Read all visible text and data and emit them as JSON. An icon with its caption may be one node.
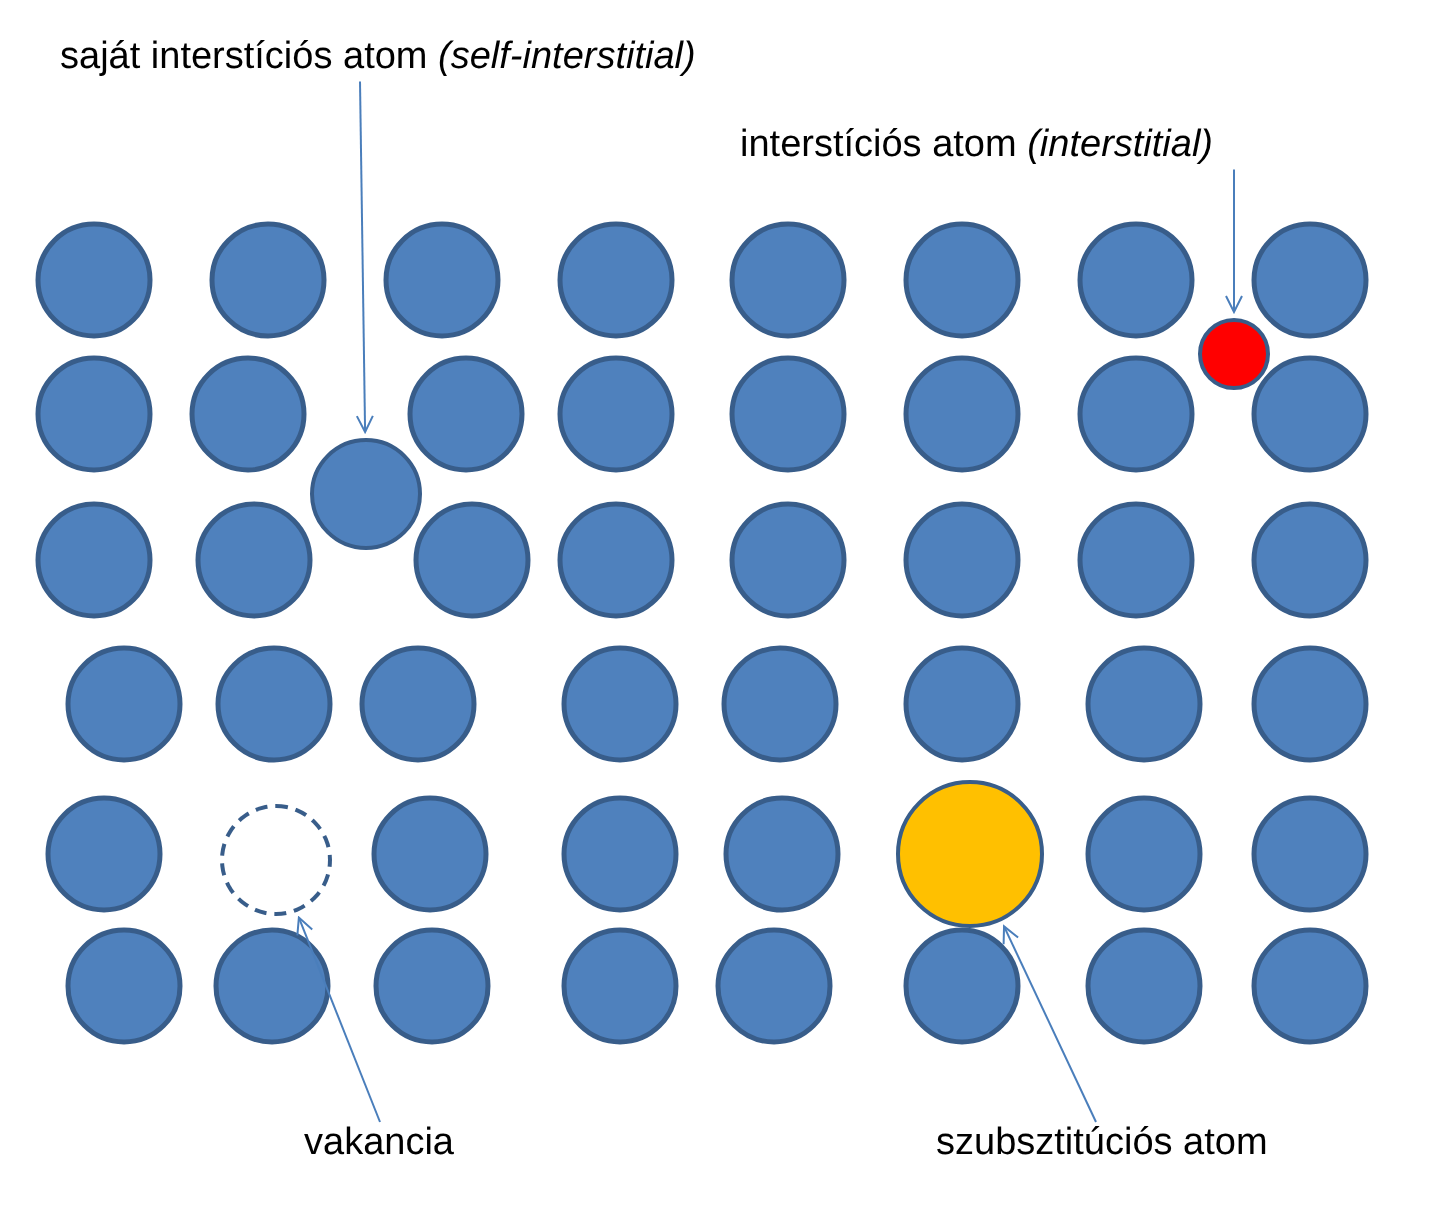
{
  "diagram": {
    "nodes": [
      {
        "text": [
          "saját interstíciós atom *(self-interstitial)*"
        ]
      },
      {
        "text": [],
        "shape": "circle"
      },
      {
        "text": [
          "interstíciós atom *(interstitial)*"
        ]
      },
      {
        "text": [],
        "shape": "circle"
      },
      {
        "text": [],
        "shape": "circle"
      },
      {
        "text": [],
        "shape": "circle"
      },
      {
        "text": [
          "vakancia"
        ]
      },
      {
        "text": [
          "szubsztitúciós atom"
        ]
      }
    ],
    "edges": [
      {
        "from": 0,
        "to": 1,
        "arrow": "to"
      },
      {
        "from": 2,
        "to": 3,
        "arrow": "to"
      },
      {
        "from": 6,
        "to": 4,
        "arrow": "to"
      },
      {
        "from": 7,
        "to": 5,
        "arrow": "to"
      }
    ]
  }
}
